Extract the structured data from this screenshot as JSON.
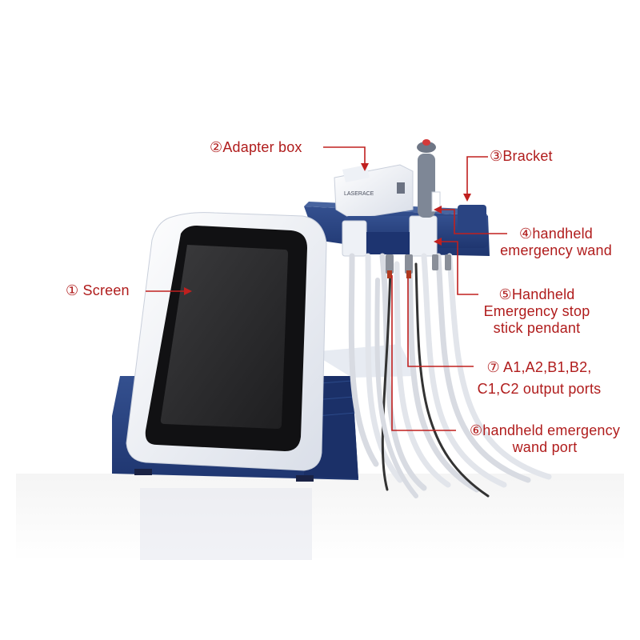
{
  "labels": {
    "screen": "① Screen",
    "adapter_box": "②Adapter box",
    "bracket": "③Bracket",
    "wand": [
      "④handheld",
      "emergency wand"
    ],
    "pendant": [
      "⑤Handheld",
      "Emergency stop",
      "stick pendant"
    ],
    "output_ports": [
      "⑦  A1,A2,B1,B2,",
      "C1,C2 output ports"
    ],
    "wand_port": [
      "⑥handheld emergency",
      "wand port"
    ]
  },
  "device_brand_text": "LASERACE",
  "colors": {
    "label": "#b01c1c",
    "leader_line": "#c0201f",
    "device_navy": "#243e7c",
    "device_white": "#f4f6fa"
  }
}
